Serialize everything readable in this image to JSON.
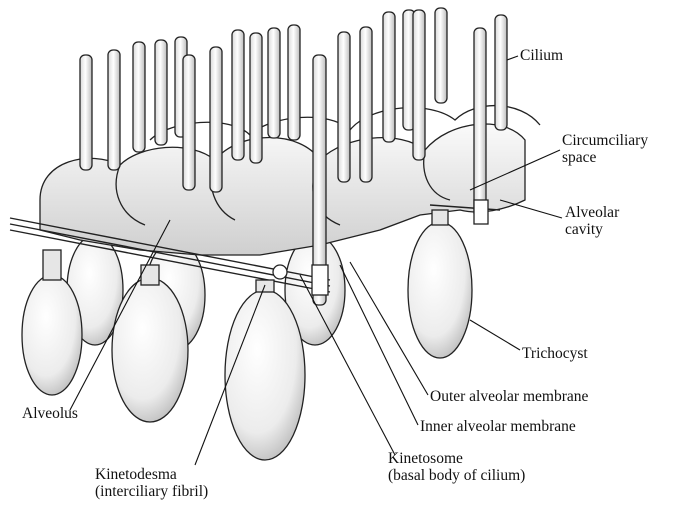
{
  "labels": {
    "cilium": "Cilium",
    "circumciliary_space": [
      "Circumciliary",
      "space"
    ],
    "alveolar_cavity": [
      "Alveolar",
      "cavity"
    ],
    "trichocyst": "Trichocyst",
    "outer_alveolar_membrane": "Outer alveolar membrane",
    "inner_alveolar_membrane": "Inner alveolar membrane",
    "alveolus": "Alveolus",
    "kinetosome": [
      "Kinetosome",
      "(basal body of cilium)"
    ],
    "kinetodesma": [
      "Kinetodesma",
      "(interciliary fibril)"
    ]
  },
  "colors": {
    "ink": "#222222",
    "fill": "#f2f2f2",
    "shade": "#c9c9c9",
    "background": "#ffffff"
  }
}
